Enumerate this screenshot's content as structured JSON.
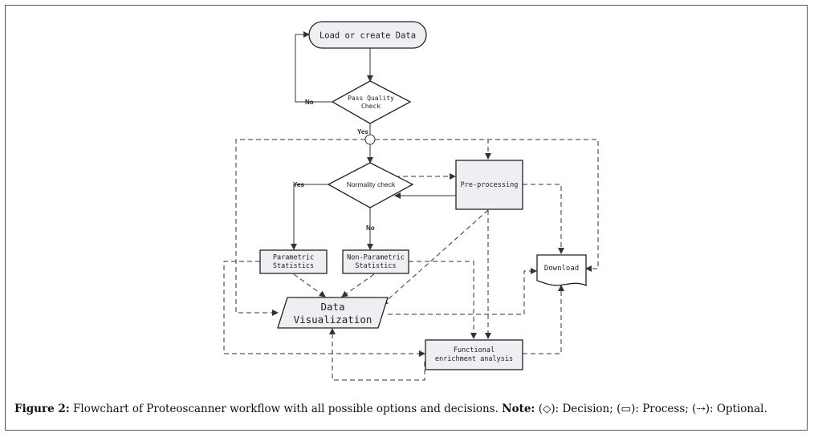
{
  "nodes": {
    "load": "Load or create Data",
    "quality_1": "Pass Quality",
    "quality_2": "Check",
    "normality": "Normality check",
    "preprocessing": "Pre-processing",
    "parametric_1": "Parametric",
    "parametric_2": "Statistics",
    "nonparametric_1": "Non-Parametric",
    "nonparametric_2": "Statistics",
    "download": "Download",
    "visualization_1": "Data",
    "visualization_2": "Visualization",
    "functional_1": "Functional",
    "functional_2": "enrichment analysis"
  },
  "edge_labels": {
    "no_quality": "No",
    "yes_quality": "Yes",
    "yes_normality": "Yes",
    "no_normality": "No"
  },
  "caption": {
    "figure_label": "Figure 2:",
    "text": "Flowchart of Proteoscanner workflow with all possible options and decisions.",
    "note_label": "Note:",
    "decision_symbol": "(◇)",
    "decision_text": ": Decision;",
    "process_symbol": "(▭)",
    "process_text": ": Process;",
    "optional_symbol": "(⇢)",
    "optional_text": ": Optional."
  },
  "colors": {
    "node_fill": "#efeff3",
    "stroke": "#222222",
    "line": "#333333"
  }
}
